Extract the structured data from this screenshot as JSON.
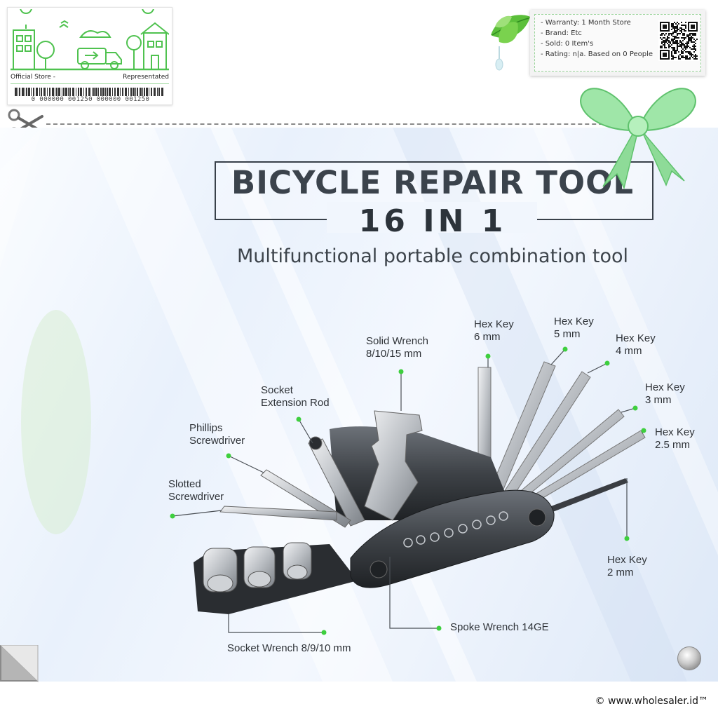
{
  "store_badge": {
    "left_label": "Official Store -",
    "right_label": "Representated",
    "barcode_text": "0 000000 001250 000000 001250"
  },
  "info_box": {
    "lines": [
      "- Warranty: 1 Month Store",
      "- Brand: Etc",
      "- Sold: 0 Item's",
      "- Rating: n|a. Based on 0 People"
    ]
  },
  "product": {
    "title": "BICYCLE REPAIR TOOL",
    "subtitle": "16 IN 1",
    "tagline": "Multifunctional portable combination tool"
  },
  "chart_data": {
    "type": "table",
    "labels": [
      {
        "name": "Solid Wrench",
        "detail": "8/10/15 mm"
      },
      {
        "name": "Hex Key",
        "detail": "6 mm"
      },
      {
        "name": "Hex Key",
        "detail": "5 mm"
      },
      {
        "name": "Hex Key",
        "detail": "4 mm"
      },
      {
        "name": "Hex Key",
        "detail": "3 mm"
      },
      {
        "name": "Hex Key",
        "detail": "2.5 mm"
      },
      {
        "name": "Hex Key",
        "detail": "2 mm"
      },
      {
        "name": "Socket",
        "detail": "Extension Rod"
      },
      {
        "name": "Phillips",
        "detail": "Screwdriver"
      },
      {
        "name": "Slotted",
        "detail": "Screwdriver"
      },
      {
        "name": "Spoke Wrench 14GE",
        "detail": ""
      },
      {
        "name": "Socket Wrench 8/9/10 mm",
        "detail": ""
      }
    ]
  },
  "colors": {
    "accent_green": "#3ecf3e",
    "title_dark": "#3b434c",
    "leader_line": "#4a4f55"
  },
  "icons": {
    "scissors": "scissors-icon",
    "bow": "ribbon-bow-icon",
    "leaves": "leaf-icon",
    "qr": "qr-code-icon",
    "knob": "knob-icon"
  },
  "footer": {
    "copyright": "© www.wholesaler.id™"
  }
}
